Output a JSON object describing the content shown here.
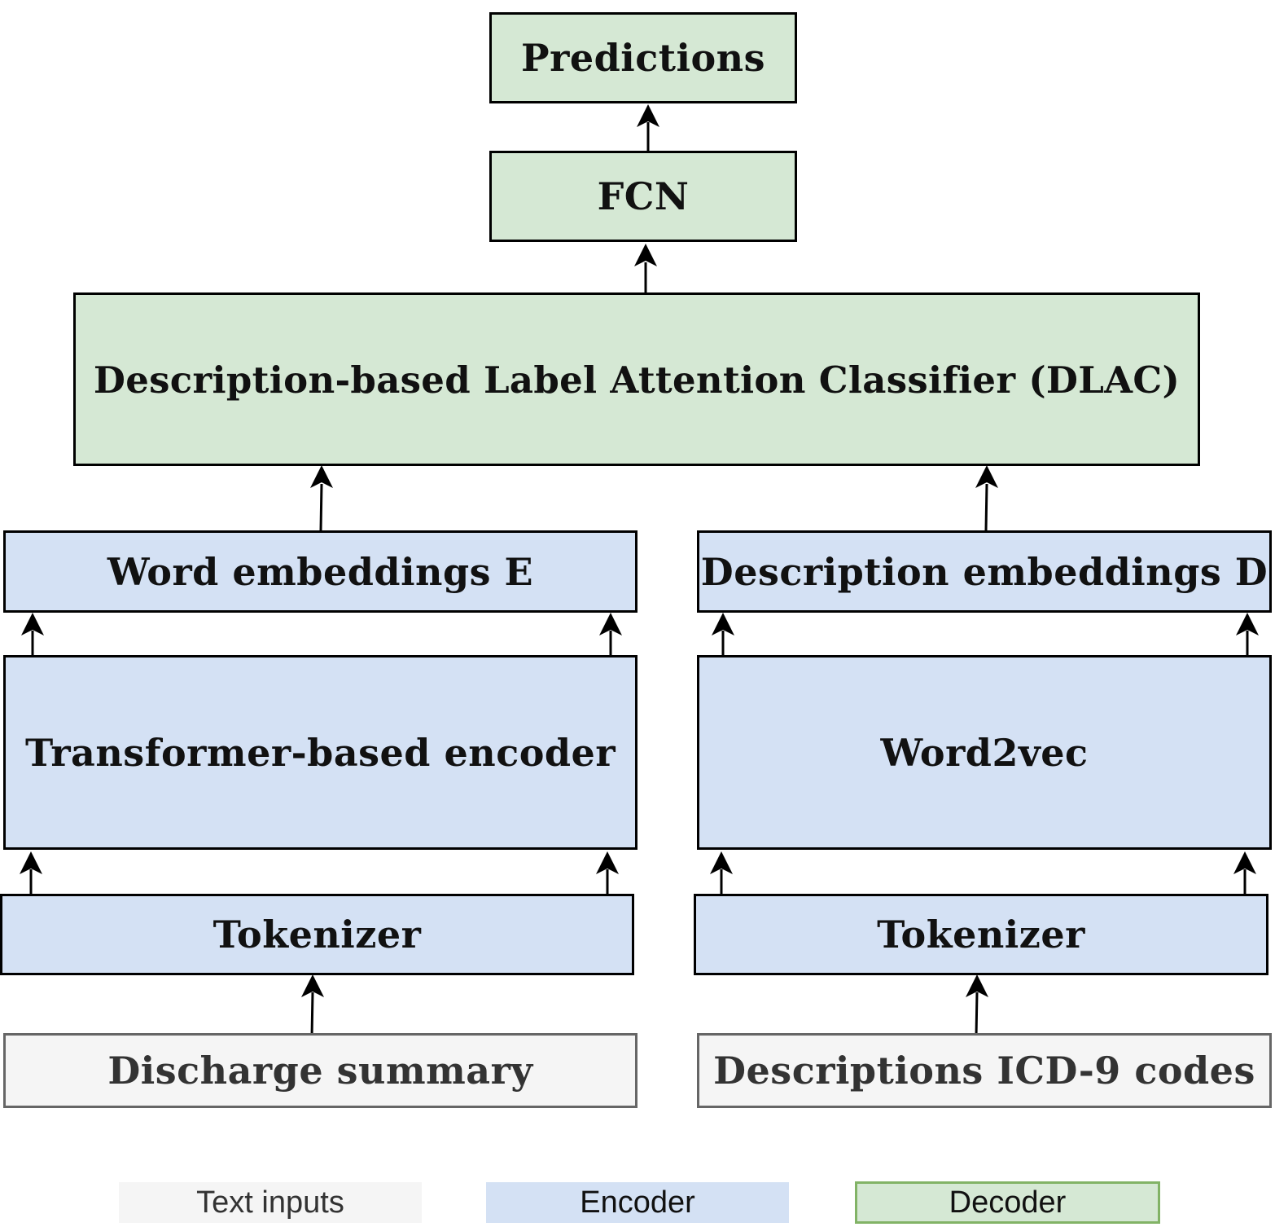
{
  "nodes": {
    "predictions": "Predictions",
    "fcn": "FCN",
    "dlac": "Description-based Label Attention Classifier (DLAC)",
    "word_embeddings": "Word embeddings E",
    "description_embeddings": "Description embeddings D",
    "transformer_encoder": "Transformer-based encoder",
    "word2vec": "Word2vec",
    "tokenizer_left": "Tokenizer",
    "tokenizer_right": "Tokenizer",
    "discharge_summary": "Discharge summary",
    "descriptions_codes": "Descriptions ICD-9 codes"
  },
  "legend": {
    "text_inputs": "Text inputs",
    "encoder": "Encoder",
    "decoder": "Decoder"
  },
  "colors": {
    "decoder_fill": "#d5e8d4",
    "decoder_stroke": "#82b366",
    "encoder_fill": "#d4e1f4",
    "input_fill": "#f5f5f5",
    "input_stroke": "#666666"
  }
}
